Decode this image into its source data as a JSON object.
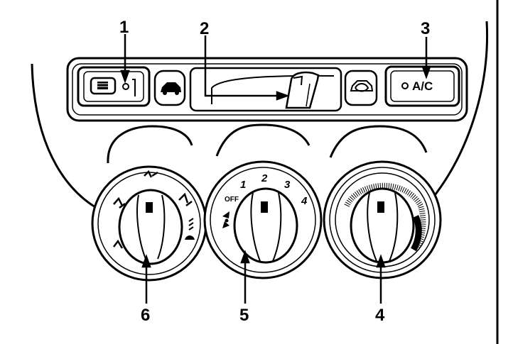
{
  "callouts": {
    "c1": "1",
    "c2": "2",
    "c3": "3",
    "c4": "4",
    "c5": "5",
    "c6": "6"
  },
  "panel": {
    "ac_button_label": "A/C",
    "fan_dial": {
      "off_label": "OFF",
      "speed_labels": [
        "1",
        "2",
        "3",
        "4"
      ]
    }
  },
  "icons": {
    "rear_defrost": "rear-window-defrost-icon",
    "fresh_air": "fresh-air-car-icon",
    "recirculation": "air-recirculation-icon",
    "fan": "fan-icon",
    "windscreen_demist": "windscreen-demist-icon"
  },
  "colors": {
    "line": "#000000",
    "background": "#ffffff"
  }
}
